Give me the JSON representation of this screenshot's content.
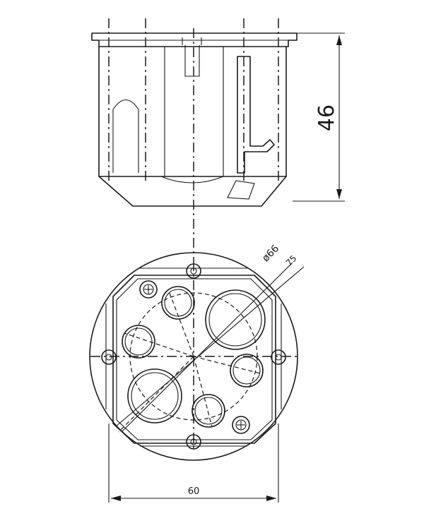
{
  "dimensions": {
    "height": "46",
    "width": "60",
    "outer_diameter": "ø66",
    "inner_size": "75"
  },
  "colors": {
    "line": "#1a1a1a",
    "background": "#ffffff"
  }
}
